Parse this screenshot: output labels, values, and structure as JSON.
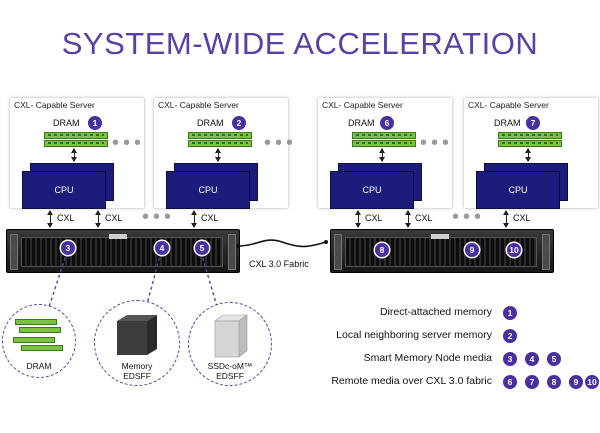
{
  "title": "SYSTEM-WIDE ACCELERATION",
  "servers": [
    {
      "label": "CXL- Capable Server",
      "dram": "DRAM",
      "badge": "1",
      "cpu": "CPU"
    },
    {
      "label": "CXL- Capable Server",
      "dram": "DRAM",
      "badge": "2",
      "cpu": "CPU"
    },
    {
      "label": "CXL- Capable Server",
      "dram": "DRAM",
      "badge": "6",
      "cpu": "CPU"
    },
    {
      "label": "CXL- Capable Server",
      "dram": "DRAM",
      "badge": "7",
      "cpu": "CPU"
    }
  ],
  "links": {
    "cxl": "CXL",
    "fabric": "CXL 3.0 Fabric"
  },
  "node_left_badges": [
    "3",
    "4",
    "5"
  ],
  "node_right_badges": [
    "8",
    "9",
    "10"
  ],
  "media": {
    "dram": "DRAM",
    "memory_line1": "Memory",
    "memory_line2": "EDSFF",
    "ssd_line1": "SSDc-oM™",
    "ssd_line2": "EDSFF"
  },
  "legend": [
    {
      "text": "Direct-attached memory",
      "badges": [
        "1"
      ]
    },
    {
      "text": "Local neighboring server memory",
      "badges": [
        "2"
      ]
    },
    {
      "text": "Smart Memory Node media",
      "badges": [
        "3",
        "4",
        "5"
      ]
    },
    {
      "text": "Remote media over CXL 3.0 fabric",
      "badges": [
        "6",
        "7",
        "8",
        "9",
        "10"
      ]
    }
  ],
  "colors": {
    "accent": "#5a3fa5",
    "badge": "#4a2fa0",
    "cpu": "#1c1c7a",
    "dram": "#7cc242"
  }
}
